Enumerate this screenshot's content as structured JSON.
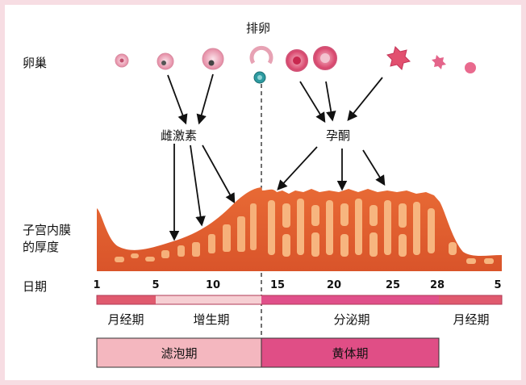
{
  "labels": {
    "ovary": "卵巢",
    "ovulation": "排卵",
    "estrogen": "雌激素",
    "progesterone": "孕酮",
    "endometrium_line1": "子宫内膜",
    "endometrium_line2": "的厚度",
    "days": "日期"
  },
  "day_ticks": [
    "1",
    "5",
    "10",
    "15",
    "20",
    "25",
    "28",
    "5"
  ],
  "uterine_phases": [
    "月经期",
    "增生期",
    "分泌期",
    "月经期"
  ],
  "ovarian_phases": [
    "滤泡期",
    "黄体期"
  ],
  "colors": {
    "menstrual": "#e05a6e",
    "proliferative": "#f6cfd3",
    "secretory": "#e0508a",
    "follicular": "#f4b7bf",
    "luteal": "#e04e86",
    "tissue": "#e2602e",
    "tissue_light": "#f6a96d",
    "border_pink": "#f7dde3"
  }
}
